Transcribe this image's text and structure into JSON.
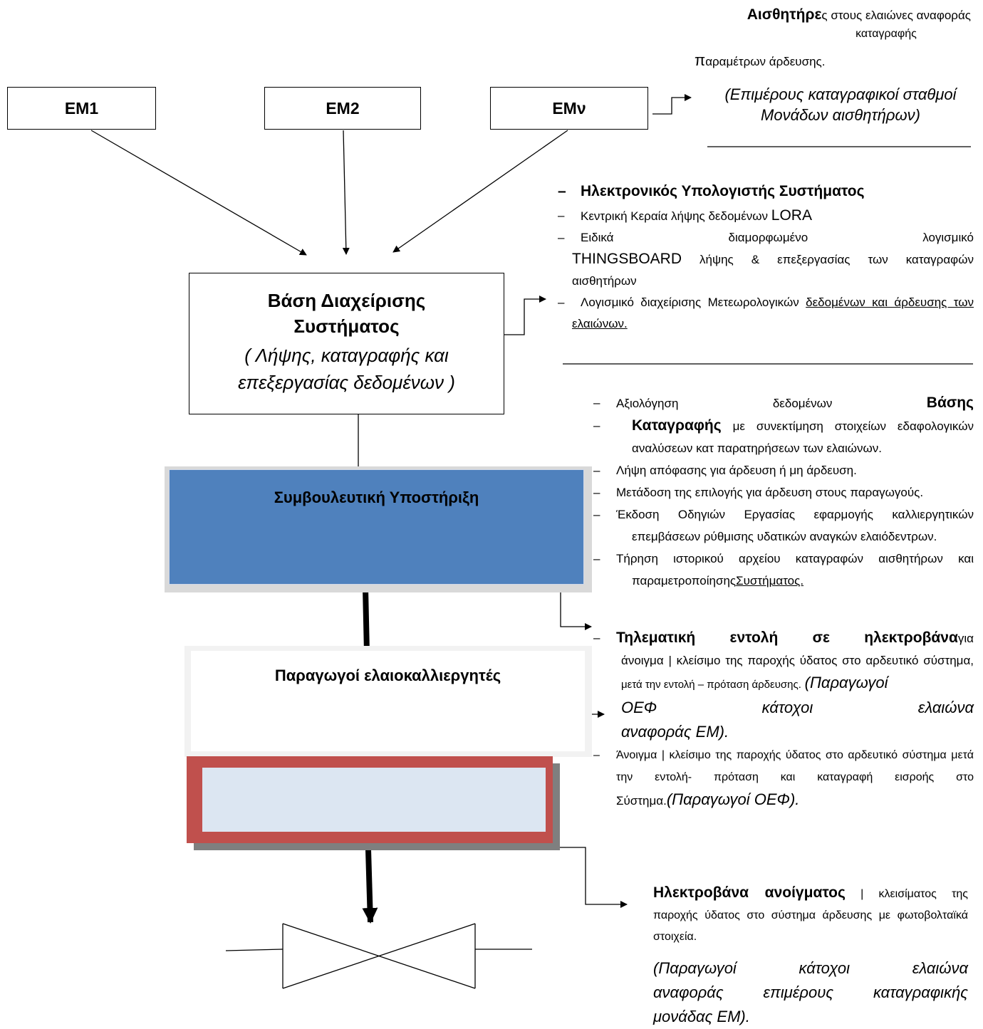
{
  "top_boxes": [
    "EM1",
    "EM2",
    "EMν"
  ],
  "sensors_note": {
    "title": "Αισθητήρε",
    "line1_rest": "ς   στους   ελαιώνες αναφοράς",
    "line2": "καταγραφής",
    "line3_big": "π",
    "line3_rest": "αραμέτρων  άρδευσης.",
    "italic": "(Επιμέρους καταγραφικοί σταθμοί Μονάδων αισθητήρων)"
  },
  "system_computer": {
    "title": "Ηλεκτρονικός Υπολογιστής Συστήματος",
    "item2_text": "Κεντρική Κεραία λήψης δεδομένων",
    "item2_big": "LORA",
    "item3_line1": "Ειδικά    διαμορφωμένο    λογισμικό",
    "item3_big": "THINGSBOARD",
    "item3_rest": "λήψης & επεξεργασίας των καταγραφών",
    "item3_line3": "αισθητήρων",
    "item4_line1": "Λογισμικό    διαχείρισης    Μετεωρολογικών",
    "item4_u1": "δεδομένων και άρδευσης των",
    "item4_u2": "ελαιώνων."
  },
  "db_box": {
    "title1": "Βάση Διαχείρισης",
    "title2": "Συστήματος",
    "italic1": "( Λήψης, καταγραφής και",
    "italic2": "επεξεργασίας δεδομένων )"
  },
  "advisory_box": {
    "label": "Συμβουλευτική  Υποστήριξη"
  },
  "producers_box": {
    "label": "Παραγωγοί ελαιοκαλλιεργητές"
  },
  "advisory_notes": {
    "item1_a": "Αξιολόγηση    δεδομένων",
    "item1_b": "Βάσης",
    "item1_c": "Καταγραφής",
    "item1_d": "με  συνεκτίμηση  στοιχείων  εδαφολογικών",
    "item1_e": "αναλύσεων      κατ παρατηρήσεων  των ελαιώνων.",
    "item2": "Λήψη  απόφασης  για  άρδευση  ή  μη άρδευση.",
    "item3": "Μετάδοση  της  επιλογής  για  άρδευση στους παραγωγούς.",
    "item4_a": "Έκδοση   Οδηγιών   Εργασίας   εφαρμογής   καλλιεργητικών",
    "item4_b": "επεμβάσεων  ρύθμισης υδατικών αναγκών ελαιόδεντρων.",
    "item5_a": "Τήρηση  ιστορικού  αρχείου  καταγραφών  αισθητήρων      και",
    "item5_b": "παραμετροποίησης",
    "item5_c": "Συστήματος."
  },
  "telematic_note": {
    "title": "Τηλεματική  εντολή σε  ηλεκτροβάνα",
    "title_rest": "για",
    "line2": "άνοιγμα  |  κλείσιμο της  παροχής ύδατος στο αρδευτικό σύστημα,",
    "line3_a": "μετά την εντολή – πρόταση  άρδευσης.",
    "line3_it": "(Παραγωγοί",
    "line4_it": "ΟΕΦ                κάτοχοι   ελαιώνα",
    "line5_it": "αναφοράς ΕΜ).",
    "item2_a": "Άνοιγμα  |  κλείσιμο της παροχής ύδατος στο αρδευτικό σύστημα μετά",
    "item2_b": "την εντολή-  πρόταση    και    καταγραφή   εισροής    στο",
    "item2_c": "Σύστημα.",
    "item2_it": "(Παραγωγοί ΟΕΦ)."
  },
  "valve_note": {
    "title": "Ηλεκτροβάνα  ανοίγματος",
    "title_rest": "| κλεισίματος της",
    "line2": "παροχής  ύδατος  στο  σύστημα  άρδευσης  με  φωτοβολταϊκά",
    "line3": "στοιχεία.",
    "it1": "(Παραγωγοί       κάτοχοι       ελαιώνα",
    "it2": "αναφοράς  επιμέρους  καταγραφικής",
    "it3": "μονάδας ΕΜ)."
  }
}
